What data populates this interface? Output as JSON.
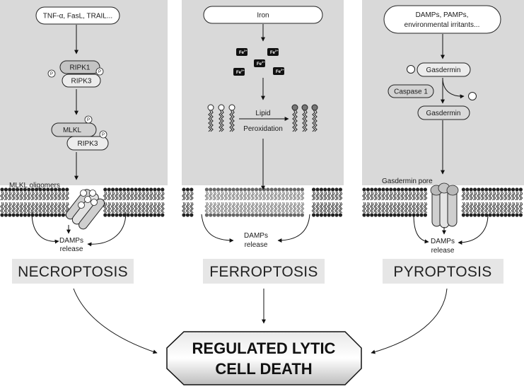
{
  "necroptosis": {
    "trigger": "TNF-α, FasL, TRAIL...",
    "ripk1": "RIPK1",
    "ripk3_a": "RIPK3",
    "mlkl": "MLKL",
    "ripk3_b": "RIPK3",
    "oligomers": "MLKL oligomers",
    "damps_line1": "DAMPs",
    "damps_line2": "release",
    "title": "NECROPTOSIS"
  },
  "ferroptosis": {
    "trigger": "Iron",
    "fe_label": "Fe",
    "fe_charge": "2+",
    "lipid_line1": "Lipid",
    "lipid_line2": "Peroxidation",
    "damps_line1": "DAMPs",
    "damps_line2": "release",
    "title": "FERROPTOSIS"
  },
  "pyroptosis": {
    "trigger_line1": "DAMPs, PAMPs,",
    "trigger_line2": "environmental irritants...",
    "gasdermin_a": "Gasdermin",
    "caspase": "Caspase 1",
    "gasdermin_b": "Gasdermin",
    "pore": "Gasdermin pore",
    "damps_line1": "DAMPs",
    "damps_line2": "release",
    "title": "PYROPTOSIS"
  },
  "phospho_label": "P",
  "outcome": {
    "line1": "REGULATED LYTIC",
    "line2": "CELL DEATH"
  },
  "colors": {
    "panel": "#d9d9d9",
    "title_box": "#e6e6e6",
    "membrane": "#222222",
    "channel": "#cfcfcf"
  }
}
